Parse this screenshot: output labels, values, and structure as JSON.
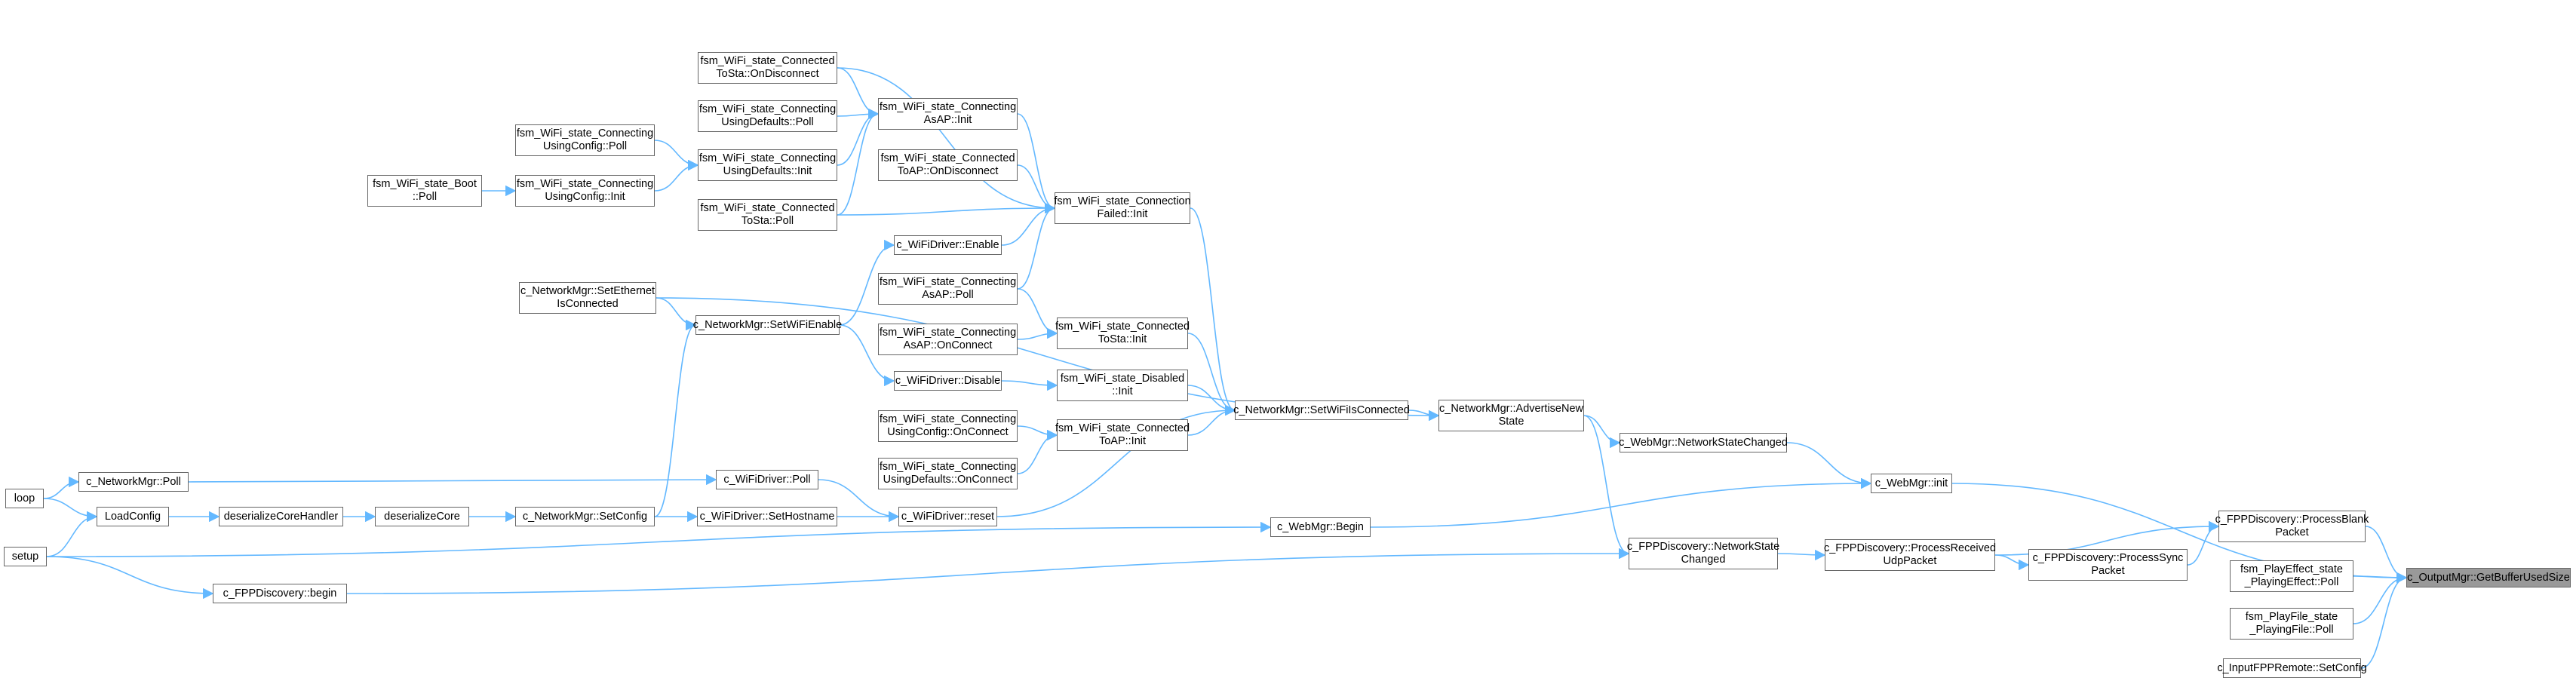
{
  "colors": {
    "edge": "#63b8ff",
    "node_border": "#666666",
    "root_fill": "#999999",
    "background": "#ffffff"
  },
  "nodes": {
    "n1": "fsm_WiFi_state_Connected\nToSta::OnDisconnect",
    "n2": "fsm_WiFi_state_Connecting\nAsAP::Init",
    "n3": "fsm_WiFi_state_Connecting\nUsingDefaults::Poll",
    "n4": "fsm_WiFi_state_Connecting\nUsingConfig::Poll",
    "n5": "fsm_WiFi_state_Connecting\nUsingDefaults::Init",
    "n6": "fsm_WiFi_state_Connected\nToAP::OnDisconnect",
    "n7": "fsm_WiFi_state_Boot\n::Poll",
    "n8": "fsm_WiFi_state_Connecting\nUsingConfig::Init",
    "n9": "fsm_WiFi_state_Connection\nFailed::Init",
    "n10": "fsm_WiFi_state_Connected\nToSta::Poll",
    "n11": "c_WiFiDriver::Enable",
    "n12": "fsm_WiFi_state_Connecting\nAsAP::Poll",
    "n13": "c_NetworkMgr::SetEthernet\nIsConnected",
    "n14": "c_NetworkMgr::SetWiFiEnable",
    "n15": "fsm_WiFi_state_Connected\nToSta::Init",
    "n16": "fsm_WiFi_state_Connecting\nAsAP::OnConnect",
    "n17": "c_WiFiDriver::Disable",
    "n18": "fsm_WiFi_state_Disabled\n::Init",
    "n19": "c_NetworkMgr::SetWiFiIsConnected",
    "n20": "c_NetworkMgr::AdvertiseNew\nState",
    "n21": "fsm_WiFi_state_Connecting\nUsingConfig::OnConnect",
    "n22": "fsm_WiFi_state_Connected\nToAP::Init",
    "n23": "c_WebMgr::NetworkStateChanged",
    "n24": "fsm_WiFi_state_Connecting\nUsingDefaults::OnConnect",
    "n25": "loop",
    "n26": "c_NetworkMgr::Poll",
    "n27": "c_WiFiDriver::Poll",
    "n28": "c_WebMgr::init",
    "n29": "LoadConfig",
    "n30": "deserializeCoreHandler",
    "n31": "deserializeCore",
    "n32": "c_NetworkMgr::SetConfig",
    "n33": "c_WiFiDriver::SetHostname",
    "n34": "c_WiFiDriver::reset",
    "n35": "c_WebMgr::Begin",
    "n36": "c_FPPDiscovery::ProcessBlank\nPacket",
    "n37": "setup",
    "n38": "c_FPPDiscovery::NetworkState\nChanged",
    "n39": "c_FPPDiscovery::ProcessReceived\nUdpPacket",
    "n40": "c_FPPDiscovery::ProcessSync\nPacket",
    "n41": "fsm_PlayEffect_state\n_PlayingEffect::Poll",
    "n42": "c_OutputMgr::GetBufferUsedSize",
    "n43": "c_FPPDiscovery::begin",
    "n44": "fsm_PlayFile_state\n_PlayingFile::Poll",
    "n45": "c_InputFPPRemote::SetConfig"
  }
}
